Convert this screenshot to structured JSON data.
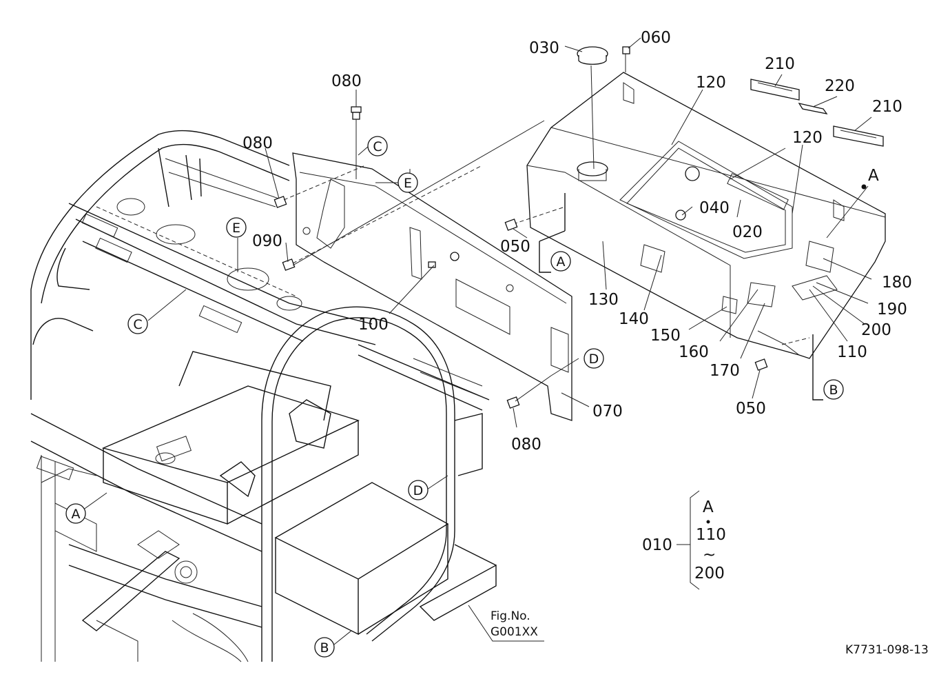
{
  "callouts": {
    "c010": "010",
    "c020": "020",
    "c030": "030",
    "c040": "040",
    "c050a": "050",
    "c050b": "050",
    "c060": "060",
    "c070": "070",
    "c080a": "080",
    "c080b": "080",
    "c080c": "080",
    "c090": "090",
    "c100": "100",
    "c110": "110",
    "c120a": "120",
    "c120b": "120",
    "c130": "130",
    "c140": "140",
    "c150": "150",
    "c160": "160",
    "c170": "170",
    "c180": "180",
    "c190": "190",
    "c200": "200",
    "c210a": "210",
    "c210b": "210",
    "c220": "220"
  },
  "references": {
    "A1": "A",
    "A2": "A",
    "A3": "A",
    "B1": "B",
    "B2": "B",
    "C1": "C",
    "C2": "C",
    "D1": "D",
    "D2": "D",
    "E1": "E",
    "E2": "E"
  },
  "assembly_group": {
    "parent": "010",
    "top": "A",
    "from": "110",
    "range_mark": "~",
    "to": "200"
  },
  "figure": {
    "fig_no_label": "Fig.No.",
    "fig_no_value": "G001XX",
    "drawing_code": "K7731-098-13"
  }
}
